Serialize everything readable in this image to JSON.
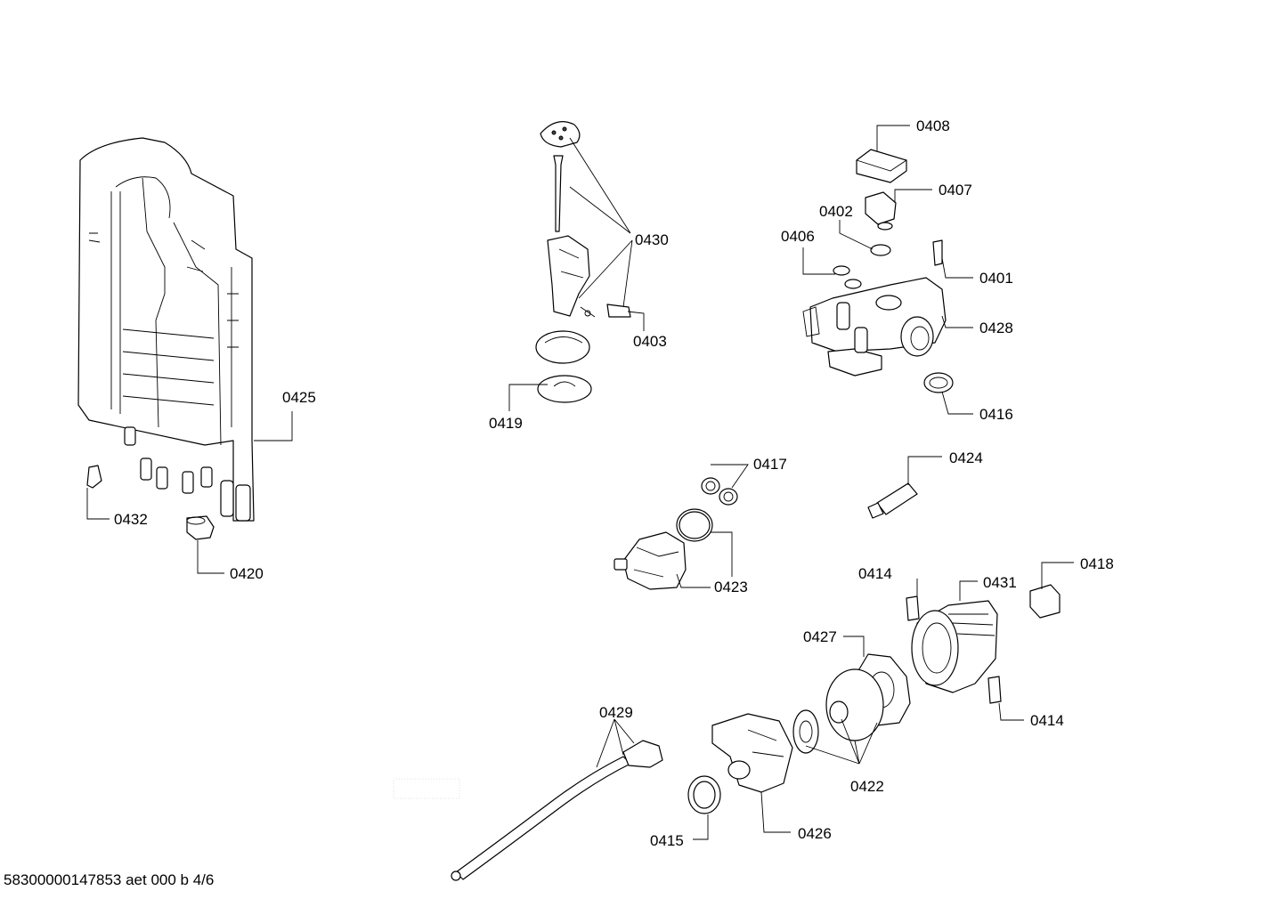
{
  "footer": {
    "doc_code": "58300000147853 aet 000 b 4/6"
  },
  "labels": {
    "p0408": "0408",
    "p0407": "0407",
    "p0402": "0402",
    "p0406": "0406",
    "p0401": "0401",
    "p0428": "0428",
    "p0416": "0416",
    "p0430": "0430",
    "p0403": "0403",
    "p0419": "0419",
    "p0425": "0425",
    "p0432": "0432",
    "p0420": "0420",
    "p0417": "0417",
    "p0424": "0424",
    "p0423": "0423",
    "p0418": "0418",
    "p0414a": "0414",
    "p0431": "0431",
    "p0427": "0427",
    "p0414b": "0414",
    "p0429": "0429",
    "p0422": "0422",
    "p0415": "0415",
    "p0426": "0426"
  }
}
